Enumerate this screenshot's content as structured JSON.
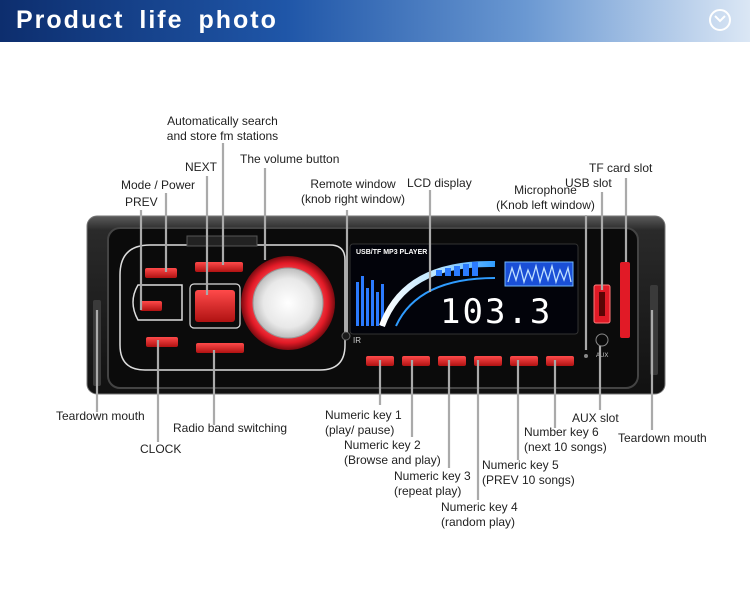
{
  "header": {
    "title": "Product life photo"
  },
  "device": {
    "lcd_label": "USB/TF MP3 PLAYER",
    "lcd_digits": "103.3",
    "aux_text": "AUX",
    "ir_text": "IR"
  },
  "callouts": {
    "auto_search_line1": "Automatically search",
    "auto_search_line2": "and store fm stations",
    "next": "NEXT",
    "volume": "The volume button",
    "remote_line1": "Remote window",
    "remote_line2": "(knob right window)",
    "lcd": "LCD display",
    "mode_power": "Mode / Power",
    "prev": "PREV",
    "microphone_line1": "Microphone",
    "microphone_line2": "(Knob left window)",
    "usb": "USB slot",
    "tf": "TF card slot",
    "teardown_left": "Teardown mouth",
    "clock": "CLOCK",
    "radio_band": "Radio band switching",
    "key1_line1": "Numeric key 1",
    "key1_line2": "(play/ pause)",
    "key2_line1": "Numeric key 2",
    "key2_line2": "(Browse and play)",
    "key3_line1": "Numeric key 3",
    "key3_line2": "(repeat play)",
    "key4_line1": "Numeric key 4",
    "key4_line2": "(random play)",
    "key5_line1": "Numeric key 5",
    "key5_line2": "(PREV 10 songs)",
    "key6_line1": "Number key 6",
    "key6_line2": "(next 10 songs)",
    "aux_slot": "AUX slot",
    "teardown_right": "Teardown mouth"
  },
  "colors": {
    "header_dark": "#0d2e6e",
    "knob_red": "#e8202e",
    "lcd_blue": "#1a6cff",
    "button_red": "#e62a2a"
  }
}
